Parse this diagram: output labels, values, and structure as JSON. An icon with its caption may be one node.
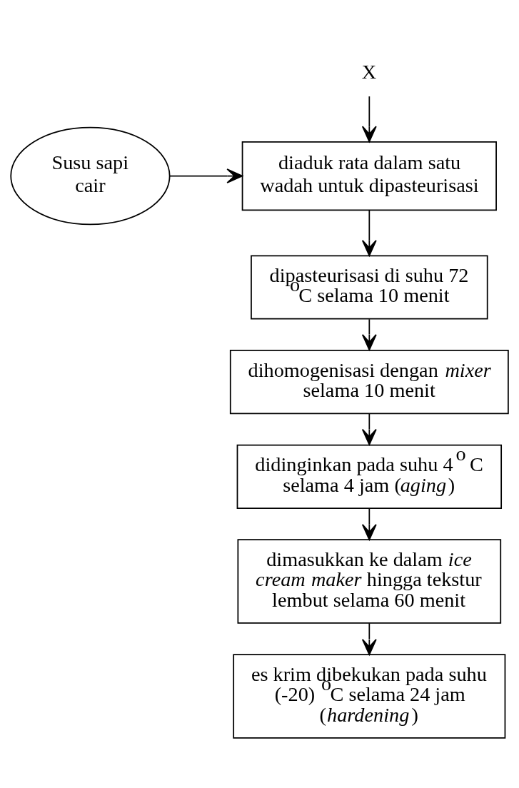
{
  "diagram": {
    "nodes": [
      {
        "text": [
          "X"
        ]
      },
      {
        "text": [
          "diaduk rata dalam satu wadah untuk dipasteurisasi"
        ]
      },
      {
        "text": [
          "Susu sapi cair"
        ]
      },
      {
        "text": [
          "dipasteurisasi di suhu 72 $^{o}$C selama 10 menit"
        ]
      },
      {
        "text": [
          "dihomogenisasi dengan *mixer* selama 10 menit"
        ]
      },
      {
        "text": [
          "didinginkan pada suhu 4$^{o}$ C selama 4 jam (*aging*)"
        ]
      },
      {
        "text": [
          "dimasukkan ke dalam *ice cream maker* hingga tekstur lembut selama 60 menit"
        ]
      },
      {
        "text": [
          "es krim dibekukan pada suhu (-20) $^{o}$C selama 24 jam (*hardening*)"
        ]
      }
    ],
    "edges": [
      {
        "from": 0,
        "to": 1,
        "arrow": "to"
      },
      {
        "from": 2,
        "to": 1,
        "arrow": "to"
      },
      {
        "from": 1,
        "to": 3,
        "arrow": "to"
      },
      {
        "from": 3,
        "to": 4,
        "arrow": "to"
      },
      {
        "from": 4,
        "to": 5,
        "arrow": "to"
      },
      {
        "from": 5,
        "to": 6,
        "arrow": "to"
      },
      {
        "from": 6,
        "to": 7,
        "arrow": "to"
      }
    ]
  }
}
